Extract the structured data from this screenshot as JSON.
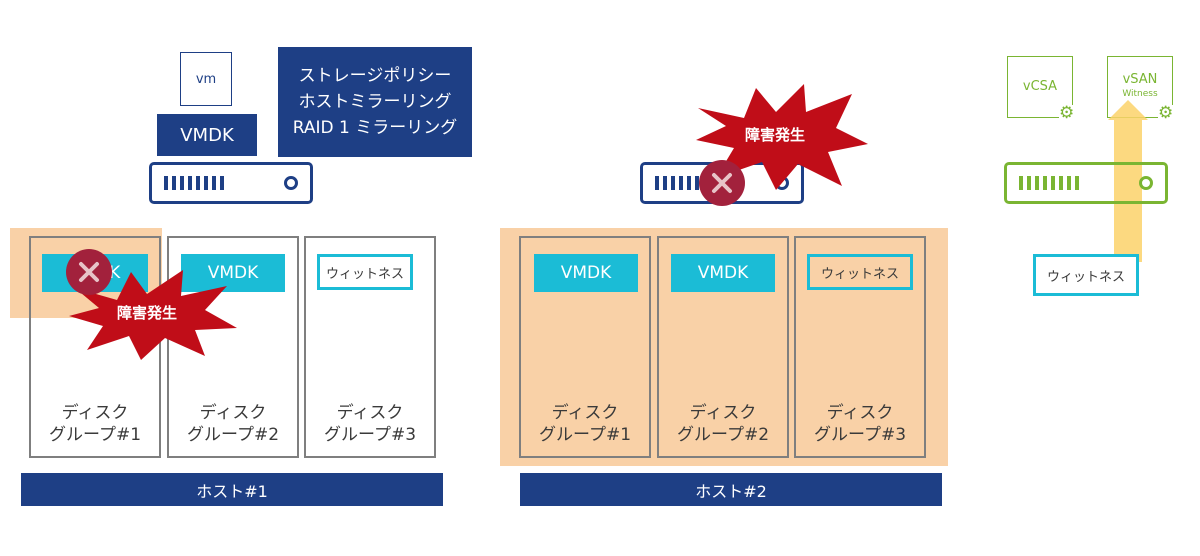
{
  "policy": {
    "lines": [
      "ストレージポリシー",
      "ホストミラーリング",
      "RAID 1 ミラーリング"
    ]
  },
  "vm_label": "vm",
  "vmdk_label": "VMDK",
  "failure_label": "障害発生",
  "witness_label": "ウィットネス",
  "disk_group": {
    "line1": "ディスク",
    "names": [
      "グループ#1",
      "グループ#2",
      "グループ#3"
    ]
  },
  "hosts": [
    "ホスト#1",
    "ホスト#2"
  ],
  "vcsa_label": "vCSA",
  "vsan_label": "vSAN",
  "witness_appliance_label": "Witness",
  "colors": {
    "navy": "#1e3f85",
    "cyan": "#1bbcd6",
    "orange_highlight": "#f9d1a7",
    "failure_red": "#c00d18",
    "failure_circle": "#a2213c",
    "witness_green": "#7ab532",
    "arrow_yellow": "#fbd26a",
    "gray_border": "#7f7f7f"
  },
  "icons": [
    "server-icon",
    "gear-icon",
    "failure-x-icon",
    "failure-burst",
    "up-arrow"
  ]
}
